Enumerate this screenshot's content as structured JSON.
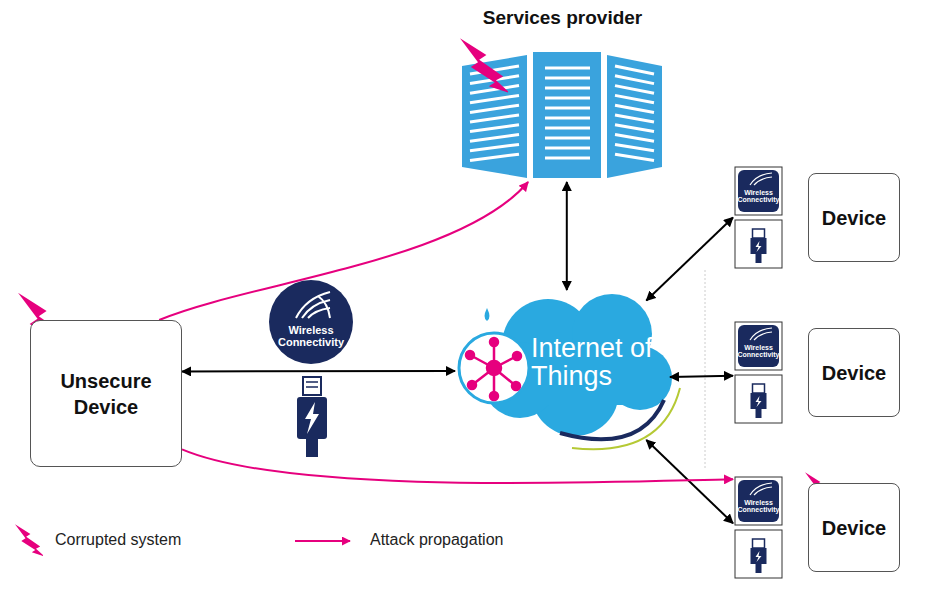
{
  "diagram": {
    "nodes": [
      {
        "text": [
          "Services provider"
        ]
      },
      {
        "text": [
          "Unsecure Device"
        ]
      },
      {
        "text": [
          "Internet of Things"
        ]
      },
      {
        "text": [
          "Device"
        ]
      },
      {
        "text": [
          "Device"
        ]
      },
      {
        "text": [
          "Device"
        ]
      }
    ],
    "edges": [
      {
        "from": 0,
        "to": 2,
        "arrow": "both"
      },
      {
        "from": 1,
        "to": 2,
        "arrow": "both"
      },
      {
        "from": 2,
        "to": 3,
        "arrow": "both"
      },
      {
        "from": 2,
        "to": 4,
        "arrow": "both"
      },
      {
        "from": 2,
        "to": 5,
        "arrow": "both"
      },
      {
        "from": 1,
        "to": 0,
        "arrow": "to"
      },
      {
        "from": 1,
        "to": 5,
        "arrow": "to"
      }
    ],
    "labels": [
      "Wireless Connectivity",
      "Wireless Connectivity",
      "Wireless Connectivity",
      "Wireless Connectivity"
    ],
    "legend": [
      {
        "text": "Corrupted system"
      },
      {
        "text": "Attack propagation"
      }
    ]
  }
}
